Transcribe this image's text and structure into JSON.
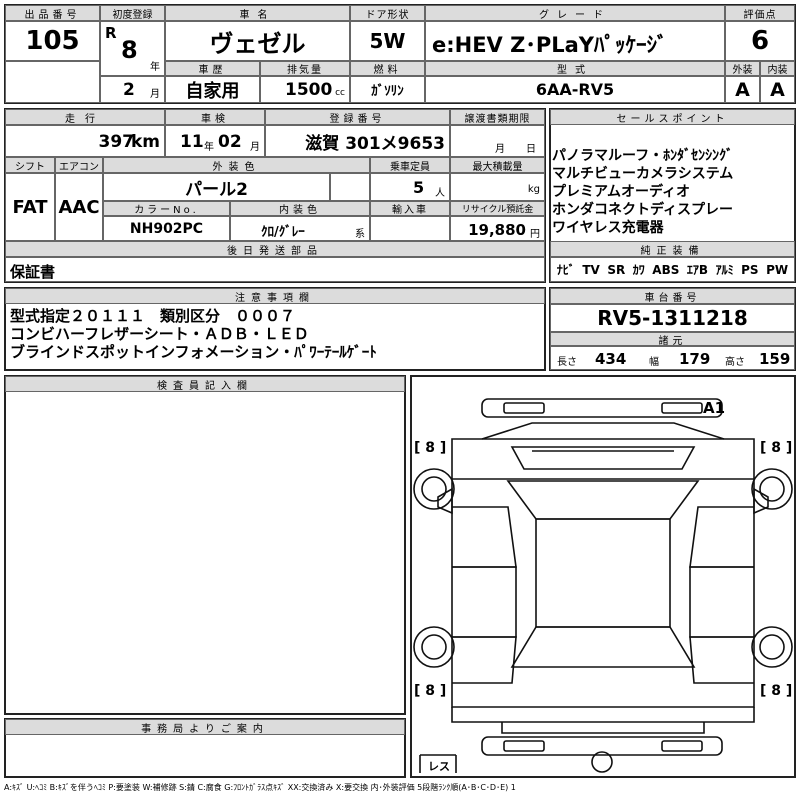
{
  "header": {
    "lot_label": "出品番号",
    "lot_value": "105",
    "first_reg_label": "初度登録",
    "era": "R",
    "year_value": "8",
    "year_unit": "年",
    "month_value": "2",
    "month_unit": "月",
    "car_name_label": "車名",
    "car_name_value": "ヴェゼル",
    "doors_label": "ドア形状",
    "doors_value": "5W",
    "grade_label": "グレード",
    "grade_value": "e:HEV Z･PLaYﾊﾟｯｹｰｼﾞ",
    "score_label": "評価点",
    "score_value": "6",
    "history_label": "車歴",
    "history_value": "自家用",
    "displacement_label": "排気量",
    "displacement_value": "1500",
    "displacement_unit": "cc",
    "fuel_label": "燃料",
    "fuel_value": "ｶﾞｿﾘﾝ",
    "model_label": "型式",
    "model_value": "6AA-RV5",
    "exterior_label": "外装",
    "exterior_value": "A",
    "interior_label": "内装",
    "interior_value": "A"
  },
  "details": {
    "mileage_label": "走行",
    "mileage_value": "397",
    "mileage_unit": "km",
    "inspection_label": "車検",
    "inspection_year": "11",
    "inspection_year_unit": "年",
    "inspection_month": "02",
    "inspection_month_unit": "月",
    "plate_label": "登録番号",
    "plate_value": "滋賀 301メ9653",
    "transfer_label": "譲渡書類期限",
    "transfer_month_unit": "月",
    "transfer_day_unit": "日",
    "shift_label": "シフト",
    "shift_value": "FAT",
    "ac_label": "エアコン",
    "ac_value": "AAC",
    "color_label": "外装色",
    "color_value": "パール2",
    "capacity_label": "乗車定員",
    "capacity_value": "5",
    "capacity_unit": "人",
    "load_label": "最大積載量",
    "load_unit": "kg",
    "color_no_label": "カラーNo.",
    "color_no_value": "NH902PC",
    "interior_color_label": "内装色",
    "interior_color_value": "ｸﾛ/ｸﾞﾚｰ",
    "interior_color_unit": "系",
    "import_label": "輸入車",
    "recycle_label": "リサイクル預託金",
    "recycle_value": "19,880",
    "recycle_unit": "円",
    "later_label": "後日発送部品",
    "later_value": "保証書"
  },
  "sales": {
    "label": "セールスポイント",
    "points": [
      "パノラマルーフ・ﾎﾝﾀﾞｾﾝｼﾝｸﾞ",
      "マルチビューカメラシステム",
      "プレミアムオーディオ",
      "ホンダコネクトディスプレー",
      "ワイヤレス充電器"
    ],
    "equipment_label": "純正装備",
    "equipment": [
      "ﾅﾋﾞ",
      "TV",
      "SR",
      "ｶﾜ",
      "ABS",
      "ｴｱB",
      "ｱﾙﾐ",
      "PS",
      "PW"
    ]
  },
  "notes": {
    "label": "注意事項欄",
    "lines": [
      "型式指定２０１１１　類別区分　０００７",
      "コンビハーフレザーシート・ＡＤＢ・ＬＥＤ",
      "ブラインドスポットインフォメーション・ﾊﾟﾜｰﾃｰﾙｹﾞｰﾄ"
    ]
  },
  "chassis": {
    "label": "車台番号",
    "value": "RV5-1311218",
    "dim_label": "諸元",
    "length_label": "長さ",
    "length_value": "434",
    "width_label": "幅",
    "width_value": "179",
    "height_label": "高さ",
    "height_value": "159"
  },
  "inspector": {
    "label": "検査員記入欄"
  },
  "office": {
    "label": "事務局よりご案内"
  },
  "diagram": {
    "defect_mark": "A1",
    "tread_fl": "8",
    "tread_fr": "8",
    "tread_rl": "8",
    "tread_rr": "8",
    "spare_label": "レス"
  },
  "legend": "A:ｷｽﾞ U:ﾍｺﾐ B:ｷｽﾞを伴うﾍｺﾐ P:要塗装 W:補修跡 S:錆 C:腐食 G:ﾌﾛﾝﾄｶﾞﾗｽ点ｷｽﾞ XX:交換済み X:要交換 内･外装評価 5段階ﾗﾝｸ順(A･B･C･D･E) 1"
}
